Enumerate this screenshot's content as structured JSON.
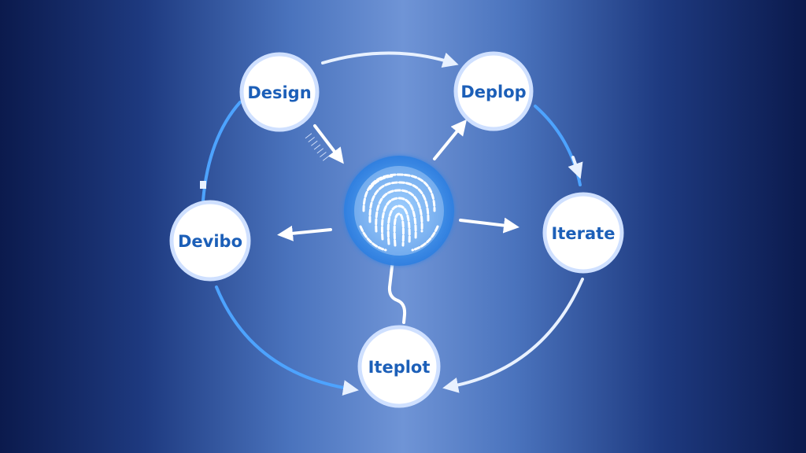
{
  "nodes": {
    "top_left": {
      "label": "Design"
    },
    "top_right": {
      "label": "Deplop"
    },
    "right": {
      "label": "Iterate"
    },
    "bottom": {
      "label": "Iteplot"
    },
    "left": {
      "label": "Devibo"
    }
  },
  "colors": {
    "node_fill": "#ffffff",
    "node_ring": "#cfe0ff",
    "label_text": "#1c5fb8",
    "arc_light": "#e8f1ff",
    "arc_blue": "#4da3ff",
    "hub_fill": "#ffffff",
    "hub_ring": "#3f93f2"
  },
  "icons": {
    "hub": "fingerprint-brain-icon"
  }
}
